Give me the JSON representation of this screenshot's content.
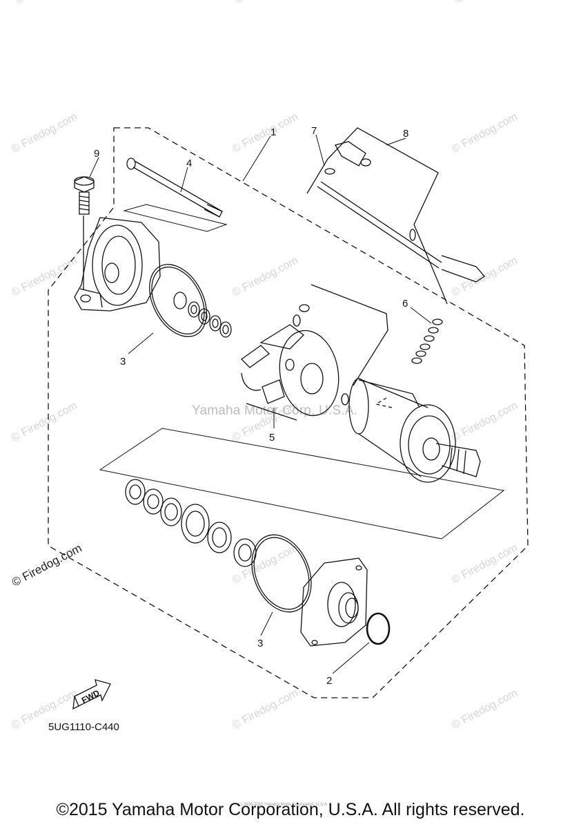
{
  "watermarks": {
    "site": "© Firedog.com",
    "center": "Yamaha Motor Corp, U.S.A."
  },
  "callouts": {
    "c1": "1",
    "c2": "2",
    "c3a": "3",
    "c3b": "3",
    "c4": "4",
    "c5": "5",
    "c6": "6",
    "c7": "7",
    "c8": "8",
    "c9": "9"
  },
  "fwd_label": "FWD",
  "part_code": "5UG1110-C440",
  "small_note": "(c) 2000-2015 Yamaha Motor Corporation, U.S.A.",
  "copyright": "©2015 Yamaha Motor Corporation, U.S.A. All rights reserved."
}
